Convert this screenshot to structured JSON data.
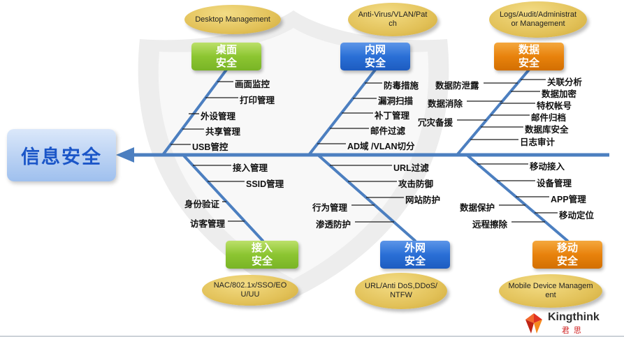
{
  "title": {
    "label": "信息安全"
  },
  "logo": {
    "name": "Kingthink",
    "cn": "君思"
  },
  "colors": {
    "spine": "#4c7fc0",
    "green_head": "#8cc531",
    "blue_head": "#2a6fd6",
    "orange_head": "#e8820c",
    "note_fill": "#e2c158",
    "title_text": "#1b56c8",
    "logo_red": "#cf1f1f"
  },
  "branches": [
    {
      "key": "desktop-security",
      "head": "桌面\n安全",
      "note": "Desktop Management",
      "items": [
        "画面监控",
        "打印管理",
        "外设管理",
        "共享管理",
        "USB管控"
      ]
    },
    {
      "key": "intranet-security",
      "head": "内网\n安全",
      "note": "Anti-Virus/VLAN/Patch",
      "items": [
        "防毒措施",
        "漏洞扫描",
        "补丁管理",
        "邮件过滤",
        "AD域 /VLAN切分"
      ]
    },
    {
      "key": "data-security",
      "head": "数据\n安全",
      "note": "Logs/Audit/Administrator Management",
      "items": [
        "关联分析",
        "数据加密",
        "特权帐号",
        "邮件归档",
        "数据库安全",
        "日志审计",
        "数据防泄露",
        "数据消除",
        "冗灾备援"
      ]
    },
    {
      "key": "access-security",
      "head": "接入\n安全",
      "note": "NAC/802.1x/SSO/EOU/UU",
      "items": [
        "接入管理",
        "SSID管理",
        "身份验证",
        "访客管理"
      ]
    },
    {
      "key": "extranet-security",
      "head": "外网\n安全",
      "note": "URL/Anti DoS,DDoS/NTFW",
      "items": [
        "URL过滤",
        "攻击防御",
        "网站防护",
        "行为管理",
        "渗透防护"
      ]
    },
    {
      "key": "mobile-security",
      "head": "移动\n安全",
      "note": "Mobile Device Management",
      "items": [
        "移动接入",
        "设备管理",
        "APP管理",
        "移动定位",
        "数据保护",
        "远程擦除"
      ]
    }
  ]
}
